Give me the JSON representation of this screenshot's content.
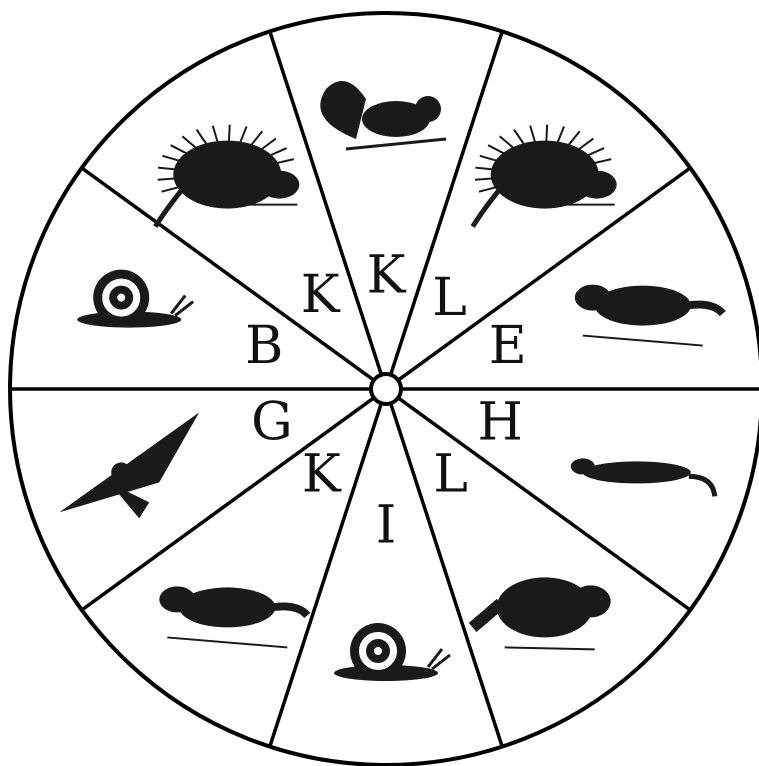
{
  "wheel": {
    "segments": [
      {
        "letter": "K",
        "animal": "squirrel-icon"
      },
      {
        "letter": "L",
        "animal": "porcupine-icon"
      },
      {
        "letter": "E",
        "animal": "ferret-icon"
      },
      {
        "letter": "H",
        "animal": "mink-icon"
      },
      {
        "letter": "L",
        "animal": "raccoon-icon"
      },
      {
        "letter": "I",
        "animal": "snail-icon"
      },
      {
        "letter": "K",
        "animal": "ferret-icon"
      },
      {
        "letter": "G",
        "animal": "hawk-icon"
      },
      {
        "letter": "B",
        "animal": "snail-icon"
      },
      {
        "letter": "K",
        "animal": "porcupine-icon"
      }
    ]
  }
}
